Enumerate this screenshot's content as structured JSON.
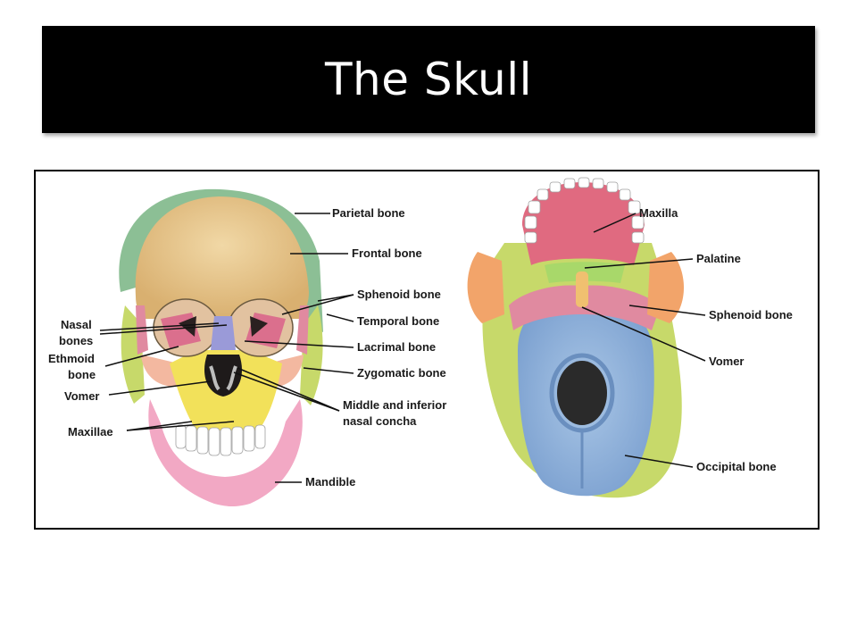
{
  "slide": {
    "title": "The Skull"
  },
  "labels": {
    "parietal": "Parietal bone",
    "frontal": "Frontal bone",
    "sphenoid_front": "Sphenoid bone",
    "temporal": "Temporal bone",
    "nasal_1": "Nasal",
    "nasal_2": "bones",
    "ethmoid_1": "Ethmoid",
    "ethmoid_2": "bone",
    "lacrimal": "Lacrimal bone",
    "zygomatic": "Zygomatic bone",
    "vomer_front": "Vomer",
    "concha_1": "Middle and inferior",
    "concha_2": "nasal concha",
    "maxillae": "Maxillae",
    "mandible": "Mandible",
    "maxilla": "Maxilla",
    "palatine": "Palatine",
    "sphenoid_inferior": "Sphenoid bone",
    "vomer_inferior": "Vomer",
    "occipital": "Occipital bone"
  },
  "colors": {
    "frontal": "#e8c98a",
    "parietal": "#7fb88a",
    "sphenoid": "#e08aa0",
    "temporal": "#c7d96a",
    "zygomatic": "#f3b8a0",
    "maxilla": "#f2e15a",
    "mandible": "#f2a8c4",
    "nasal": "#9a9ad8",
    "occipital": "#8fb1d9",
    "palatine": "#a8d86a",
    "maxilla_inferior": "#e06a80"
  }
}
